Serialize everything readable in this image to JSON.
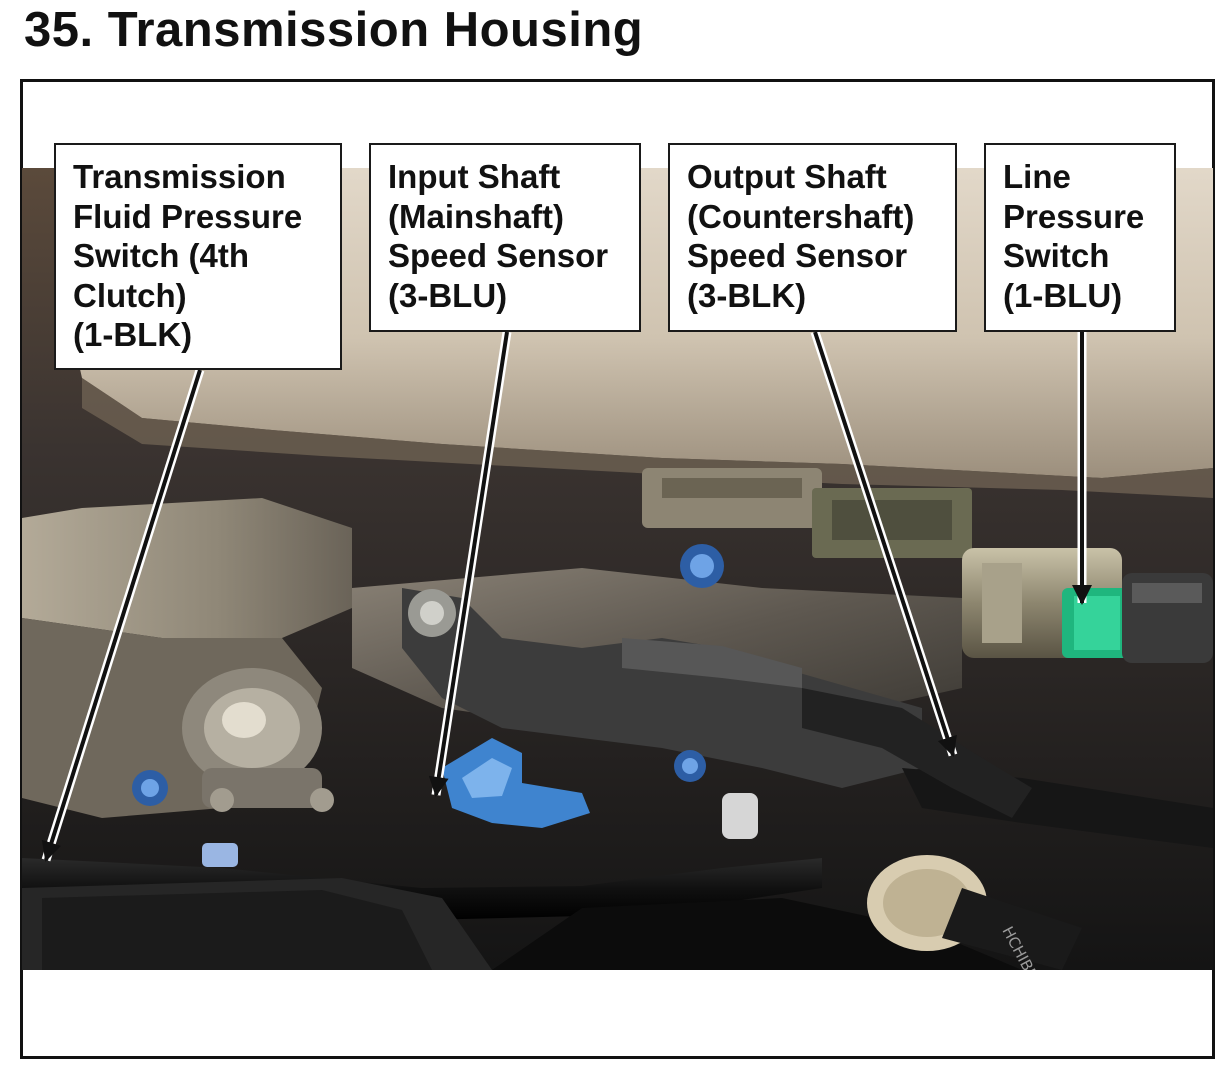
{
  "page": {
    "title": "35.  Transmission Housing"
  },
  "callouts": [
    {
      "id": "fluid-pressure-switch",
      "lines": [
        "Transmission",
        "Fluid Pressure",
        "Switch (4th",
        "Clutch)",
        "(1-BLK)"
      ]
    },
    {
      "id": "input-shaft-sensor",
      "lines": [
        "Input Shaft",
        "(Mainshaft)",
        "Speed Sensor",
        "(3-BLU)"
      ]
    },
    {
      "id": "output-shaft-sensor",
      "lines": [
        "Output Shaft",
        "(Countershaft)",
        "Speed Sensor",
        "(3-BLK)"
      ]
    },
    {
      "id": "line-pressure-switch",
      "lines": [
        "Line",
        "Pressure",
        "Switch",
        "(1-BLU)"
      ]
    }
  ],
  "photo": {
    "hose_print": "HCHIBR"
  },
  "colors": {
    "callout_text": "#111111",
    "callout_border": "#1a1a1a",
    "sensor_blue": "#3f84cf",
    "switch_green": "#1fb67e"
  }
}
